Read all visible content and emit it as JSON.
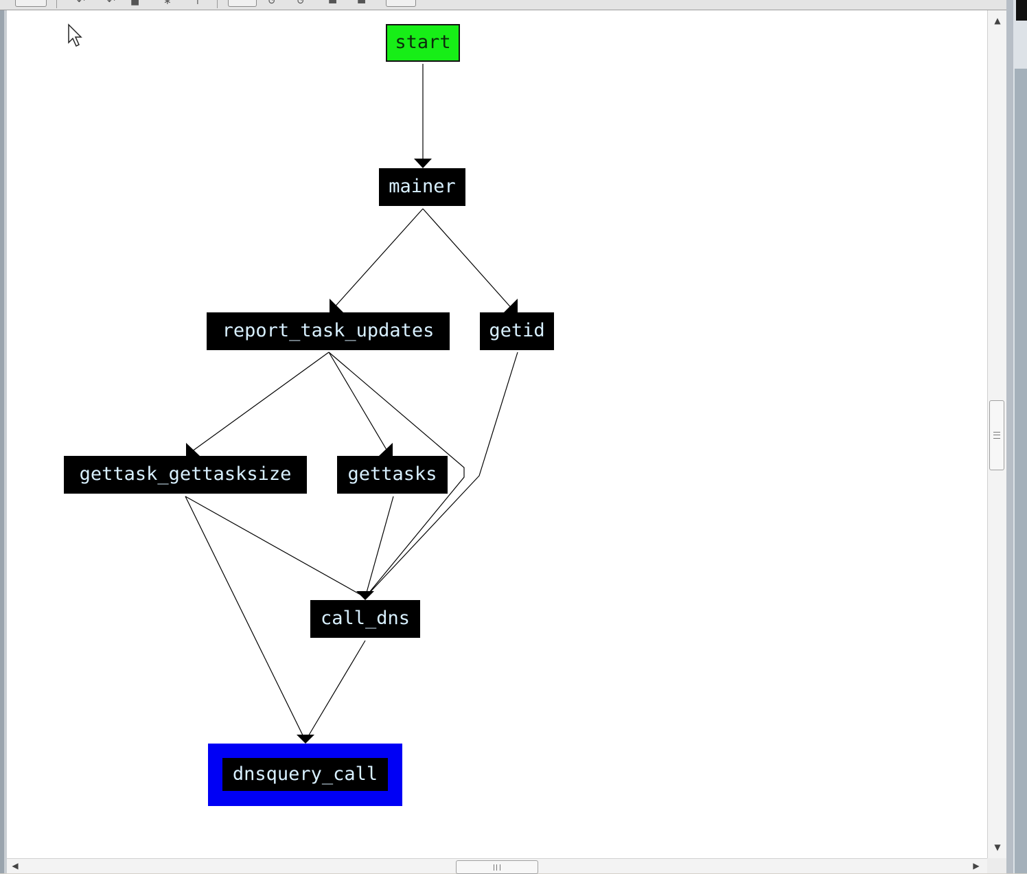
{
  "graph": {
    "nodes": [
      {
        "id": "start",
        "label": "start",
        "style": "entry",
        "color": "#17ee17"
      },
      {
        "id": "mainer",
        "label": "mainer"
      },
      {
        "id": "report_task_updates",
        "label": "report_task_updates"
      },
      {
        "id": "getid",
        "label": "getid"
      },
      {
        "id": "gettask_gettasksize",
        "label": "gettask_gettasksize"
      },
      {
        "id": "gettasks",
        "label": "gettasks"
      },
      {
        "id": "call_dns",
        "label": "call_dns"
      },
      {
        "id": "dnsquery_call",
        "label": "dnsquery_call",
        "style": "target",
        "color": "#0000f5"
      }
    ],
    "edges": [
      [
        "start",
        "mainer"
      ],
      [
        "mainer",
        "report_task_updates"
      ],
      [
        "mainer",
        "getid"
      ],
      [
        "report_task_updates",
        "gettask_gettasksize"
      ],
      [
        "report_task_updates",
        "gettasks"
      ],
      [
        "report_task_updates",
        "call_dns"
      ],
      [
        "getid",
        "call_dns"
      ],
      [
        "gettask_gettasksize",
        "call_dns"
      ],
      [
        "gettask_gettasksize",
        "dnsquery_call"
      ],
      [
        "gettasks",
        "call_dns"
      ],
      [
        "call_dns",
        "dnsquery_call"
      ]
    ]
  },
  "icons": {
    "scroll_up": "triangle-up",
    "scroll_down": "triangle-down",
    "scroll_left": "triangle-left",
    "scroll_right": "triangle-right",
    "cursor": "arrow-pointer"
  }
}
